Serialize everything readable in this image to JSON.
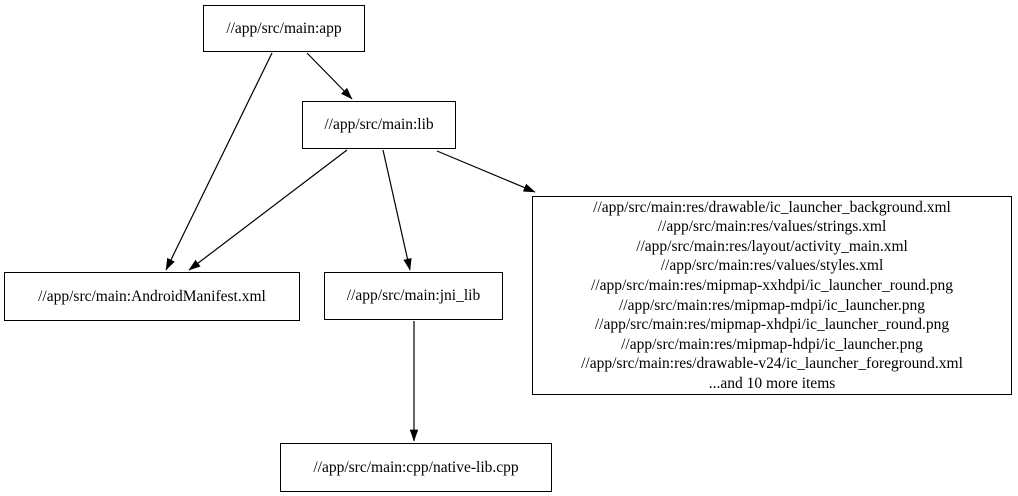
{
  "style": {
    "background_color": "#ffffff",
    "node_border_color": "#000000",
    "edge_color": "#000000",
    "text_color": "#000000"
  },
  "graph": {
    "type": "directed-dependency-graph",
    "nodes": {
      "app": {
        "label": "//app/src/main:app"
      },
      "lib": {
        "label": "//app/src/main:lib"
      },
      "manifest": {
        "label": "//app/src/main:AndroidManifest.xml"
      },
      "jni_lib": {
        "label": "//app/src/main:jni_lib"
      },
      "native_lib": {
        "label": "//app/src/main:cpp/native-lib.cpp"
      },
      "res": {
        "lines": [
          "//app/src/main:res/drawable/ic_launcher_background.xml",
          "//app/src/main:res/values/strings.xml",
          "//app/src/main:res/layout/activity_main.xml",
          "//app/src/main:res/values/styles.xml",
          "//app/src/main:res/mipmap-xxhdpi/ic_launcher_round.png",
          "//app/src/main:res/mipmap-mdpi/ic_launcher.png",
          "//app/src/main:res/mipmap-xhdpi/ic_launcher_round.png",
          "//app/src/main:res/mipmap-hdpi/ic_launcher.png",
          "//app/src/main:res/drawable-v24/ic_launcher_foreground.xml",
          "...and 10 more items"
        ]
      }
    },
    "edges": [
      {
        "from": "app",
        "to": "lib"
      },
      {
        "from": "app",
        "to": "manifest"
      },
      {
        "from": "lib",
        "to": "manifest"
      },
      {
        "from": "lib",
        "to": "jni_lib"
      },
      {
        "from": "lib",
        "to": "res"
      },
      {
        "from": "jni_lib",
        "to": "native_lib"
      }
    ]
  }
}
